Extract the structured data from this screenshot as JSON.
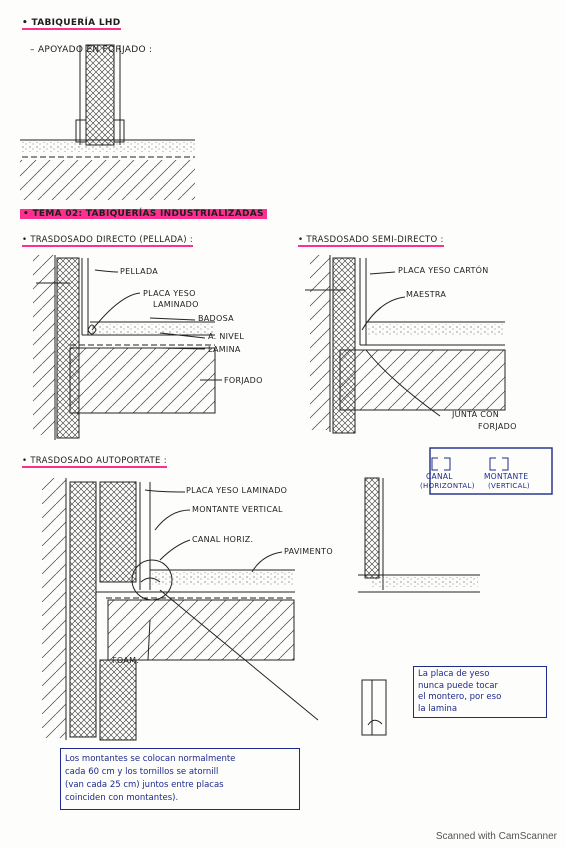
{
  "sections": {
    "tabiqueria": {
      "title": "• TABIQUERÍA LHD",
      "subtitle": "– APOYADO EN FORJADO :"
    },
    "tema": {
      "title": "• TEMA 02: TABIQUERÍAS INDUSTRIALIZADAS"
    },
    "trasdosado_directo": {
      "title": "• TRASDOSADO DIRECTO (PELLADA) :",
      "labels": {
        "pellada": "PELLADA",
        "placa_1": "PLACA YESO",
        "placa_2": "LAMINADO",
        "baldosa": "BADOSA",
        "nivel": "A. NIVEL",
        "lamina": "LAMINA",
        "forjado": "FORJADO"
      }
    },
    "trasdosado_semi": {
      "title": "• TRASDOSADO SEMI-DIRECTO :",
      "labels": {
        "placa": "PLACA YESO CARTÓN",
        "maestra": "MAESTRA",
        "junta_1": "JUNTA CON",
        "junta_2": "FORJADO"
      }
    },
    "canal_legend": {
      "canal_1": "CANAL",
      "canal_2": "(HORIZONTAL)",
      "montante_1": "MONTANTE",
      "montante_2": "(VERTICAL)"
    },
    "trasdosado_auto": {
      "title": "• TRASDOSADO AUTOPORTATE :",
      "labels": {
        "placa": "PLACA YESO LAMINADO",
        "montante": "MONTANTE VERTICAL",
        "canal": "CANAL HORIZ.",
        "pavimento": "PAVIMENTO",
        "foam": "FOAM."
      }
    },
    "note_lamina": {
      "line1": "La placa de yeso",
      "line2": "nunca puede tocar",
      "line3": "el montero, por eso",
      "line4": "la lamina"
    },
    "note_montantes": {
      "line1": "Los montantes se colocan normalmente",
      "line2": "cada 60 cm y los tornillos se atornill",
      "line3": "(van cada 25 cm) juntos entre placas",
      "line4": "coinciden con montantes)."
    }
  },
  "footer": "Scanned with CamScanner",
  "colors": {
    "highlight": "#ff2f92",
    "pen_blue": "#1e2a8c",
    "ink": "#1d1d1d"
  }
}
